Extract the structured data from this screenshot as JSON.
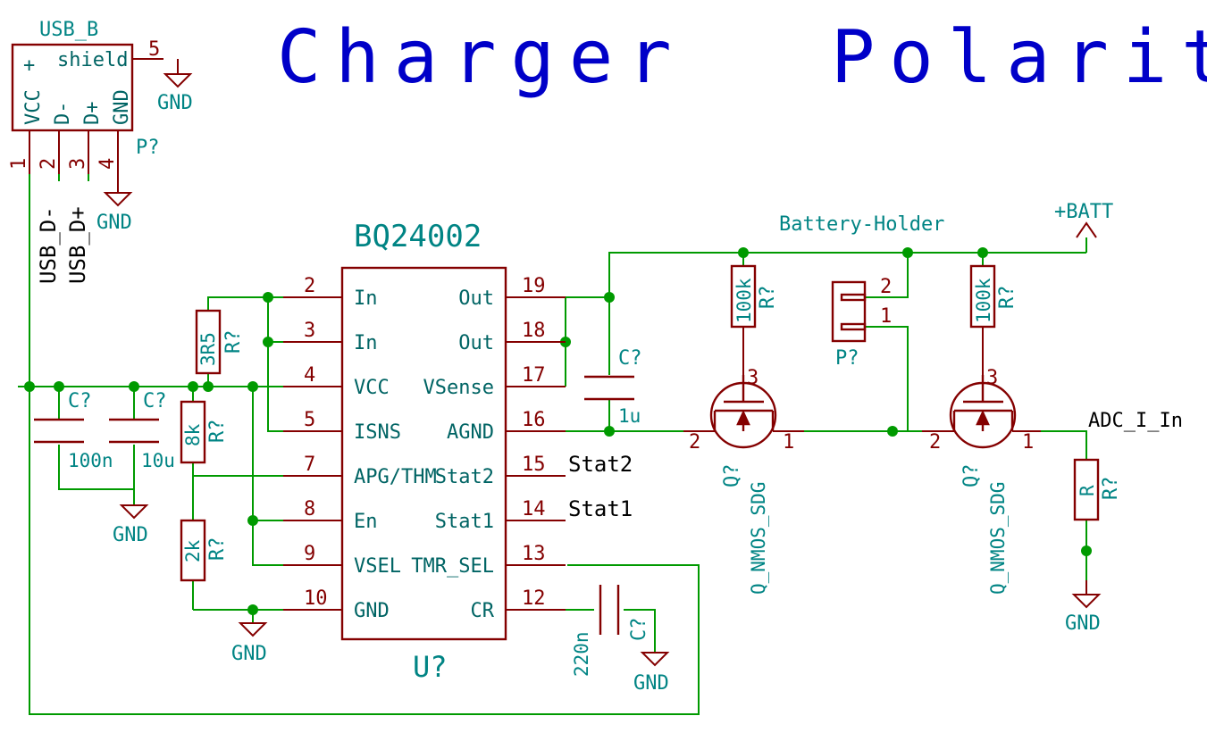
{
  "titles": {
    "left": "Charger",
    "right": "Polarity"
  },
  "usb": {
    "name": "USB_B",
    "shield": "shield",
    "ref": "P?",
    "pins": [
      "VCC",
      "D-",
      "D+",
      "GND"
    ],
    "pin_numbers": [
      "1",
      "2",
      "3",
      "4"
    ],
    "shield_pin": "5",
    "plus": "+"
  },
  "net_labels": {
    "usb_dm": "USB_D-",
    "usb_dp": "USB_D+",
    "stat2": "Stat2",
    "stat1": "Stat1",
    "adc": "ADC_I_In"
  },
  "power": {
    "gnd": "GND",
    "batt": "+BATT"
  },
  "ic": {
    "name": "BQ24002",
    "ref": "U?",
    "left_pins": [
      {
        "num": "2",
        "name": "In"
      },
      {
        "num": "3",
        "name": "In"
      },
      {
        "num": "4",
        "name": "VCC"
      },
      {
        "num": "5",
        "name": "ISNS"
      },
      {
        "num": "7",
        "name": "APG/THM"
      },
      {
        "num": "8",
        "name": "En"
      },
      {
        "num": "9",
        "name": "VSEL"
      },
      {
        "num": "10",
        "name": "GND"
      }
    ],
    "right_pins": [
      {
        "num": "19",
        "name": "Out"
      },
      {
        "num": "18",
        "name": "Out"
      },
      {
        "num": "17",
        "name": "VSense"
      },
      {
        "num": "16",
        "name": "AGND"
      },
      {
        "num": "15",
        "name": "Stat2"
      },
      {
        "num": "14",
        "name": "Stat1"
      },
      {
        "num": "13",
        "name": "TMR_SEL"
      },
      {
        "num": "12",
        "name": "CR"
      }
    ]
  },
  "caps": {
    "c100n": {
      "ref": "C?",
      "value": "100n"
    },
    "c10u": {
      "ref": "C?",
      "value": "10u"
    },
    "c1u": {
      "ref": "C?",
      "value": "1u"
    },
    "c220n": {
      "ref": "C?",
      "value": "220n"
    }
  },
  "resistors": {
    "r3r5": {
      "ref": "R?",
      "value": "3R5"
    },
    "r8k": {
      "ref": "R?",
      "value": "8k"
    },
    "r2k": {
      "ref": "R?",
      "value": "2k"
    },
    "r100k_a": {
      "ref": "R?",
      "value": "100k"
    },
    "r100k_b": {
      "ref": "R?",
      "value": "100k"
    },
    "r_sense": {
      "ref": "R?",
      "value": "R"
    }
  },
  "battery": {
    "name": "Battery-Holder",
    "ref": "P?",
    "pins": [
      "2",
      "1"
    ]
  },
  "mosfets": {
    "q1": {
      "ref": "Q?",
      "value": "Q_NMOS_SDG",
      "pins": [
        "3",
        "2",
        "1"
      ]
    },
    "q2": {
      "ref": "Q?",
      "value": "Q_NMOS_SDG",
      "pins": [
        "3",
        "2",
        "1"
      ]
    }
  },
  "colors": {
    "wire": "#009a00",
    "component": "#840000",
    "text": "#008484",
    "title": "#0000c8"
  }
}
